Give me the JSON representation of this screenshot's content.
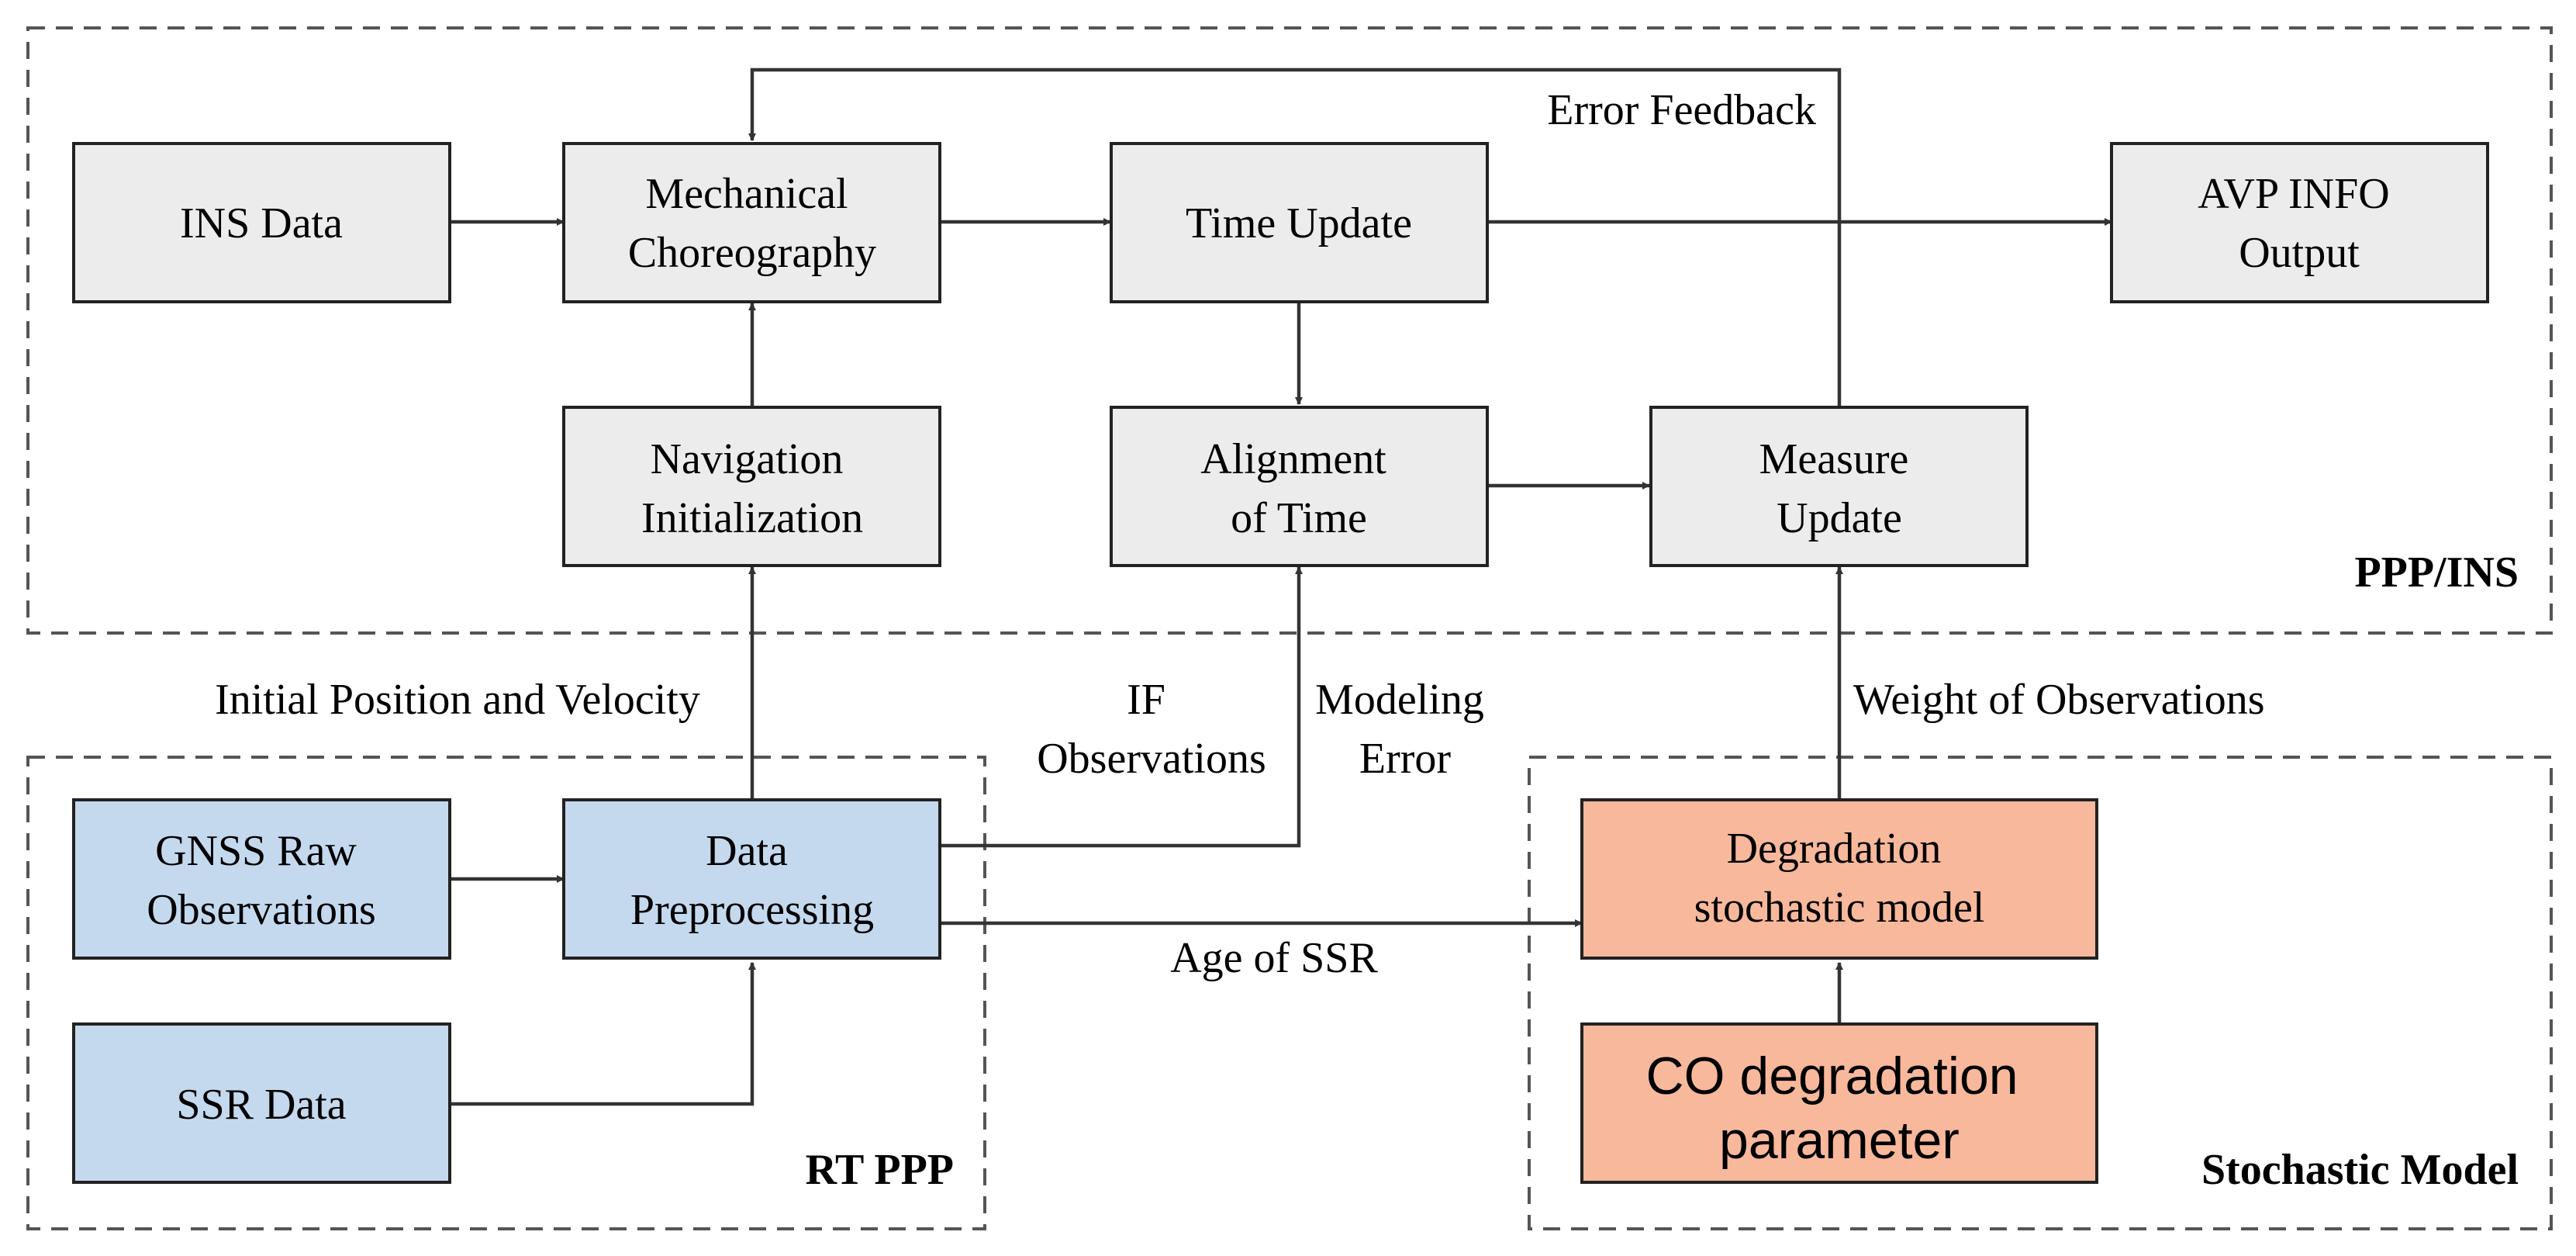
{
  "colors": {
    "gray_node": "#ececec",
    "blue_node": "#c5d9ee",
    "orange_node": "#f8b89c",
    "stroke": "#222222",
    "arrow": "#333333"
  },
  "groups": {
    "ppp_ins": "PPP/INS",
    "rt_ppp": "RT PPP",
    "stochastic_model": "Stochastic Model"
  },
  "nodes": {
    "ins_data": [
      "INS Data"
    ],
    "mechanical_choreography": [
      "Mechanical",
      "Choreography"
    ],
    "time_update": [
      "Time Update"
    ],
    "avp_info_output": [
      "AVP INFO",
      "Output"
    ],
    "navigation_initialization": [
      "Navigation",
      "Initialization"
    ],
    "alignment_of_time": [
      "Alignment",
      "of Time"
    ],
    "measure_update": [
      "Measure",
      "Update"
    ],
    "gnss_raw_observations": [
      "GNSS Raw",
      "Observations"
    ],
    "data_preprocessing": [
      "Data",
      "Preprocessing"
    ],
    "ssr_data": [
      "SSR Data"
    ],
    "degradation_stochastic_model": [
      "Degradation",
      "stochastic model"
    ],
    "co_degradation_parameter": [
      "CO degradation",
      "parameter"
    ]
  },
  "edge_labels": {
    "error_feedback": "Error Feedback",
    "initial_position_and_velocity": "Initial Position and Velocity",
    "if_observations": [
      "IF",
      "Observations"
    ],
    "modeling_error": [
      "Modeling",
      "Error"
    ],
    "weight_of_observations": "Weight of Observations",
    "age_of_ssr": "Age of SSR"
  }
}
